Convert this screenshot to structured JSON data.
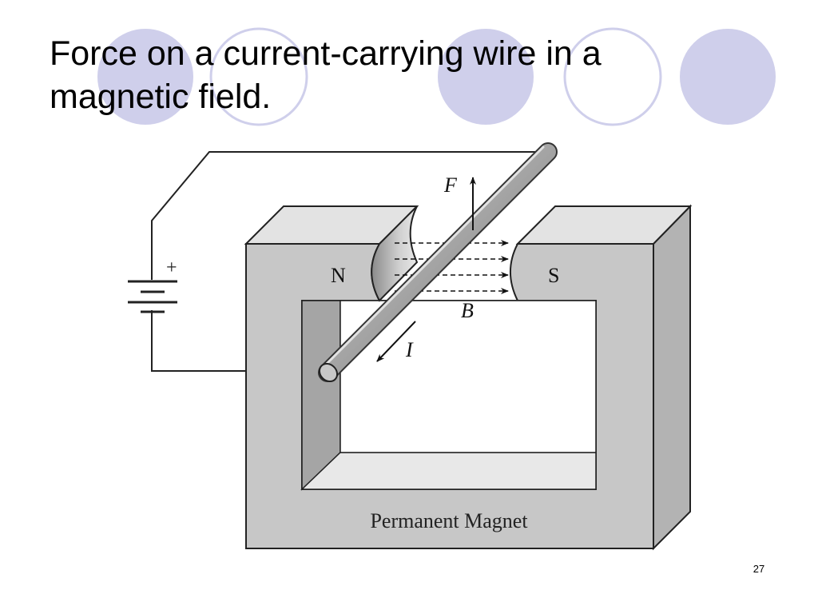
{
  "slide": {
    "title_lines": [
      "Force on a current-carrying wire in a",
      "magnetic field."
    ],
    "page_number": "27"
  },
  "diagram": {
    "labels": {
      "north": "N",
      "south": "S",
      "force": "F",
      "field": "B",
      "current": "I",
      "battery_plus": "+",
      "magnet": "Permanent Magnet"
    }
  },
  "colors": {
    "decor_circle_fill": "#cfcfeb",
    "decor_circle_stroke": "#cfcfeb",
    "magnet_front": "#c8c8c8",
    "magnet_side": "#b4b4b4",
    "magnet_top": "#e3e3e3",
    "wire": "#a7a7a7",
    "line": "#222222"
  },
  "icons": {
    "battery": "battery-symbol-icon"
  }
}
